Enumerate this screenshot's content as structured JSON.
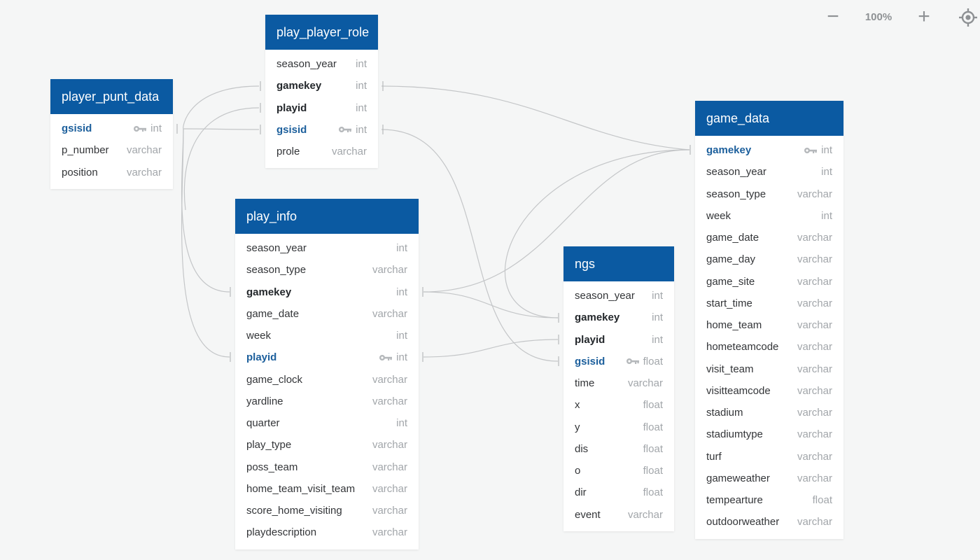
{
  "zoom": {
    "minus": "−",
    "level": "100%",
    "plus": "+",
    "fit_icon": "target-icon"
  },
  "colors": {
    "header": "#0b5aa2",
    "edge": "#c4c6c8",
    "pk_text": "#1c5f9c"
  },
  "tables": {
    "player_punt_data": {
      "name": "player_punt_data",
      "fields": [
        {
          "name": "gsisid",
          "type": "int",
          "kind": "pk"
        },
        {
          "name": "p_number",
          "type": "varchar",
          "kind": ""
        },
        {
          "name": "position",
          "type": "varchar",
          "kind": ""
        }
      ]
    },
    "play_player_role": {
      "name": "play_player_role",
      "fields": [
        {
          "name": "season_year",
          "type": "int",
          "kind": ""
        },
        {
          "name": "gamekey",
          "type": "int",
          "kind": "fk"
        },
        {
          "name": "playid",
          "type": "int",
          "kind": "fk"
        },
        {
          "name": "gsisid",
          "type": "int",
          "kind": "pk"
        },
        {
          "name": "prole",
          "type": "varchar",
          "kind": ""
        }
      ]
    },
    "play_info": {
      "name": "play_info",
      "fields": [
        {
          "name": "season_year",
          "type": "int",
          "kind": ""
        },
        {
          "name": "season_type",
          "type": "varchar",
          "kind": ""
        },
        {
          "name": "gamekey",
          "type": "int",
          "kind": "fk"
        },
        {
          "name": "game_date",
          "type": "varchar",
          "kind": ""
        },
        {
          "name": "week",
          "type": "int",
          "kind": ""
        },
        {
          "name": "playid",
          "type": "int",
          "kind": "pk"
        },
        {
          "name": "game_clock",
          "type": "varchar",
          "kind": ""
        },
        {
          "name": "yardline",
          "type": "varchar",
          "kind": ""
        },
        {
          "name": "quarter",
          "type": "int",
          "kind": ""
        },
        {
          "name": "play_type",
          "type": "varchar",
          "kind": ""
        },
        {
          "name": "poss_team",
          "type": "varchar",
          "kind": ""
        },
        {
          "name": "home_team_visit_team",
          "type": "varchar",
          "kind": ""
        },
        {
          "name": "score_home_visiting",
          "type": "varchar",
          "kind": ""
        },
        {
          "name": "playdescription",
          "type": "varchar",
          "kind": ""
        }
      ]
    },
    "ngs": {
      "name": "ngs",
      "fields": [
        {
          "name": "season_year",
          "type": "int",
          "kind": ""
        },
        {
          "name": "gamekey",
          "type": "int",
          "kind": "fk"
        },
        {
          "name": "playid",
          "type": "int",
          "kind": "fk"
        },
        {
          "name": "gsisid",
          "type": "float",
          "kind": "pk"
        },
        {
          "name": "time",
          "type": "varchar",
          "kind": ""
        },
        {
          "name": "x",
          "type": "float",
          "kind": ""
        },
        {
          "name": "y",
          "type": "float",
          "kind": ""
        },
        {
          "name": "dis",
          "type": "float",
          "kind": ""
        },
        {
          "name": "o",
          "type": "float",
          "kind": ""
        },
        {
          "name": "dir",
          "type": "float",
          "kind": ""
        },
        {
          "name": "event",
          "type": "varchar",
          "kind": ""
        }
      ]
    },
    "game_data": {
      "name": "game_data",
      "fields": [
        {
          "name": "gamekey",
          "type": "int",
          "kind": "pk"
        },
        {
          "name": "season_year",
          "type": "int",
          "kind": ""
        },
        {
          "name": "season_type",
          "type": "varchar",
          "kind": ""
        },
        {
          "name": "week",
          "type": "int",
          "kind": ""
        },
        {
          "name": "game_date",
          "type": "varchar",
          "kind": ""
        },
        {
          "name": "game_day",
          "type": "varchar",
          "kind": ""
        },
        {
          "name": "game_site",
          "type": "varchar",
          "kind": ""
        },
        {
          "name": "start_time",
          "type": "varchar",
          "kind": ""
        },
        {
          "name": "home_team",
          "type": "varchar",
          "kind": ""
        },
        {
          "name": "hometeamcode",
          "type": "varchar",
          "kind": ""
        },
        {
          "name": "visit_team",
          "type": "varchar",
          "kind": ""
        },
        {
          "name": "visitteamcode",
          "type": "varchar",
          "kind": ""
        },
        {
          "name": "stadium",
          "type": "varchar",
          "kind": ""
        },
        {
          "name": "stadiumtype",
          "type": "varchar",
          "kind": ""
        },
        {
          "name": "turf",
          "type": "varchar",
          "kind": ""
        },
        {
          "name": "gameweather",
          "type": "varchar",
          "kind": ""
        },
        {
          "name": "tempearture",
          "type": "float",
          "kind": ""
        },
        {
          "name": "outdoorweather",
          "type": "varchar",
          "kind": ""
        }
      ]
    }
  },
  "relationships": [
    {
      "from": "player_punt_data.gsisid",
      "to": "play_player_role.gsisid"
    },
    {
      "from": "player_punt_data.gsisid",
      "to": "play_info.gamekey"
    },
    {
      "from": "player_punt_data.gsisid",
      "to": "play_info.playid"
    },
    {
      "from": "play_player_role.gamekey",
      "to": "game_data.gamekey"
    },
    {
      "from": "play_player_role.gsisid",
      "to": "ngs.gsisid"
    },
    {
      "from": "play_info.gamekey",
      "to": "game_data.gamekey"
    },
    {
      "from": "play_info.gamekey",
      "to": "ngs.gamekey"
    },
    {
      "from": "play_info.playid",
      "to": "ngs.playid"
    },
    {
      "from": "ngs.gamekey",
      "to": "game_data.gamekey"
    }
  ]
}
